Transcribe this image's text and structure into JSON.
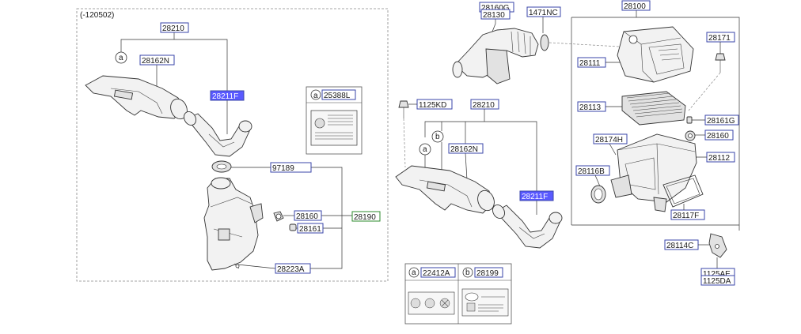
{
  "variant_note": "(-120502)",
  "part_numbers": {
    "p28210_left": "28210",
    "p28162N_left": "28162N",
    "p28211F_left": "28211F",
    "p25388L": "25388L",
    "p97189": "97189",
    "p28160_left": "28160",
    "p28161_left": "28161",
    "p28190": "28190",
    "p28223A": "28223A",
    "p28160G": "28160G",
    "p28130": "28130",
    "p1471NC": "1471NC",
    "p28100": "28100",
    "p28171": "28171",
    "p28111": "28111",
    "p1125KD": "1125KD",
    "p28210_right": "28210",
    "p28113": "28113",
    "p28161G": "28161G",
    "p28160_right": "28160",
    "p28162N_right": "28162N",
    "p28174H": "28174H",
    "p28112": "28112",
    "p28116B": "28116B",
    "p28211F_right": "28211F",
    "p28117F": "28117F",
    "p28114C": "28114C",
    "p1125AE": "1125AE",
    "p1125DA": "1125DA",
    "p22412A": "22412A",
    "p28199": "28199"
  },
  "callouts": {
    "a": "a",
    "b": "b"
  },
  "highlight_color": "#5a5aff",
  "label_border_color": "#3a46a8",
  "assembly_border_color": "#2e8b2e"
}
